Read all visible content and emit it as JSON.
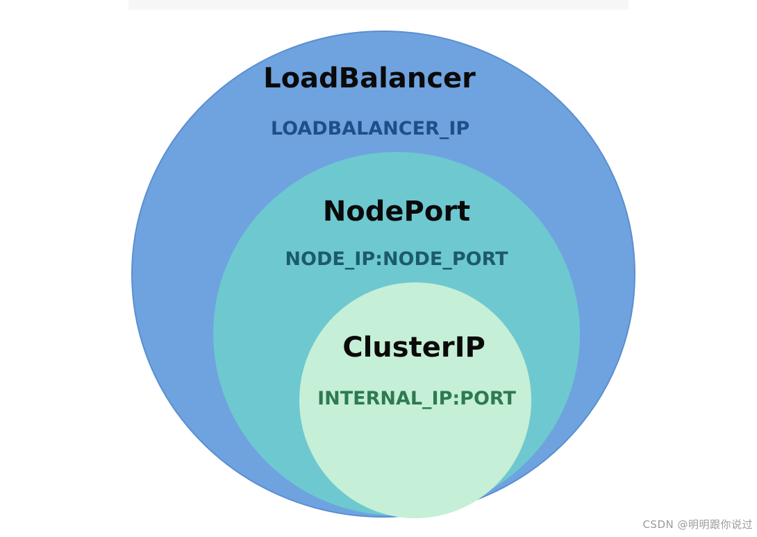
{
  "layers": {
    "loadbalancer": {
      "title": "LoadBalancer",
      "address": "LOADBALANCER_IP",
      "fill": "#6fa3df",
      "stroke": "#5a8fd0",
      "text_color": "#1f4f8a"
    },
    "nodeport": {
      "title": "NodePort",
      "address": "NODE_IP:NODE_PORT",
      "fill": "#6ec8d0",
      "text_color": "#1c5a6e"
    },
    "clusterip": {
      "title": "ClusterIP",
      "address": "INTERNAL_IP:PORT",
      "fill": "#c5efd6",
      "text_color": "#2e7a52"
    }
  },
  "watermark": "CSDN @明明跟你说过"
}
